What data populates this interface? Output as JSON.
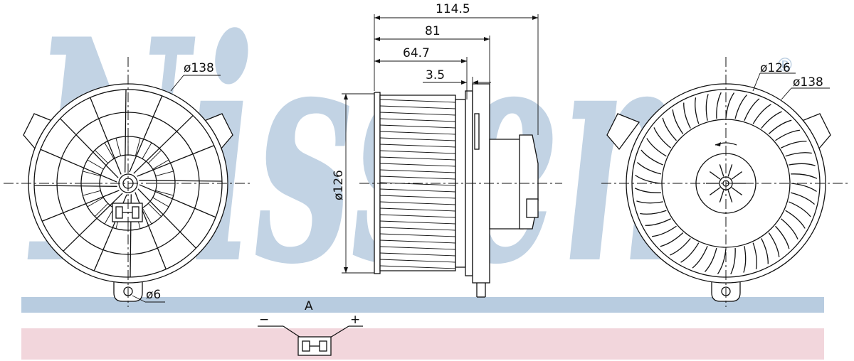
{
  "watermark": {
    "brand_text": "Nissens",
    "registered_mark": "®",
    "blue": "#b8cce0",
    "pink": "#f2d6dc"
  },
  "dimensions": {
    "front_outer_diameter": "ø138",
    "mount_hole": "ø6",
    "side_overall_length": "114.5",
    "side_length_81": "81",
    "side_length_64_7": "64.7",
    "side_flange_offset": "3.5",
    "side_wheel_diameter": "ø126",
    "rear_wheel_diameter": "ø126",
    "rear_outer_diameter": "ø138"
  },
  "connector": {
    "view_label": "A",
    "minus_label": "−",
    "plus_label": "+"
  }
}
